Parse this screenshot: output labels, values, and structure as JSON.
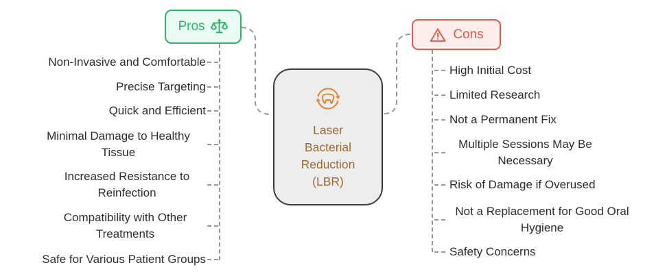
{
  "center": {
    "title": "Laser Bacterial Reduction (LBR)"
  },
  "pros": {
    "label": "Pros",
    "items": [
      "Non-Invasive and Comfortable",
      "Precise Targeting",
      "Quick and Efficient",
      "Minimal Damage to Healthy Tissue",
      "Increased Resistance to Reinfection",
      "Compatibility with Other Treatments",
      "Safe for Various Patient Groups"
    ]
  },
  "cons": {
    "label": "Cons",
    "items": [
      "High Initial Cost",
      "Limited Research",
      "Not a Permanent Fix",
      "Multiple Sessions May Be Necessary",
      "Risk of Damage if Overused",
      "Not a Replacement for Good Oral Hygiene",
      "Safety Concerns"
    ]
  },
  "colors": {
    "pros_accent": "#2eb36c",
    "pros_bg": "#e9fbf2",
    "cons_accent": "#e4584b",
    "cons_bg": "#fdeeec",
    "center_accent": "#e2872e",
    "center_text": "#9c6a33",
    "center_bg": "#ededed",
    "center_border": "#3a3a44",
    "connector": "#979797",
    "item_text": "#2d2d2d"
  }
}
